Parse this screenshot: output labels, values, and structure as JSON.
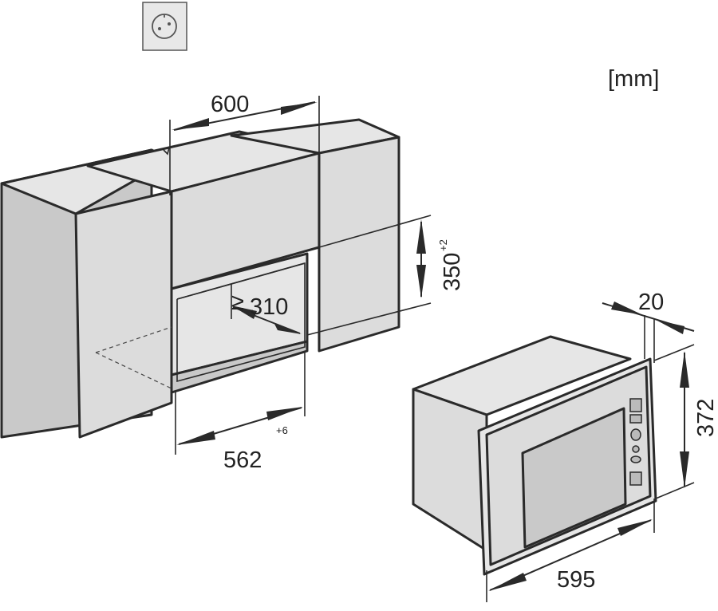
{
  "unit_label": "[mm]",
  "icons": {
    "socket": "power-socket-icon"
  },
  "dimensions": {
    "niche_width_top": "600",
    "niche_height": "350",
    "niche_height_tolerance": "+2",
    "niche_depth": "310",
    "niche_depth_prefix": "≥",
    "niche_width_bottom": "562",
    "niche_width_bottom_tolerance": "+6",
    "frame_depth": "20",
    "appliance_height": "372",
    "appliance_width": "595"
  }
}
